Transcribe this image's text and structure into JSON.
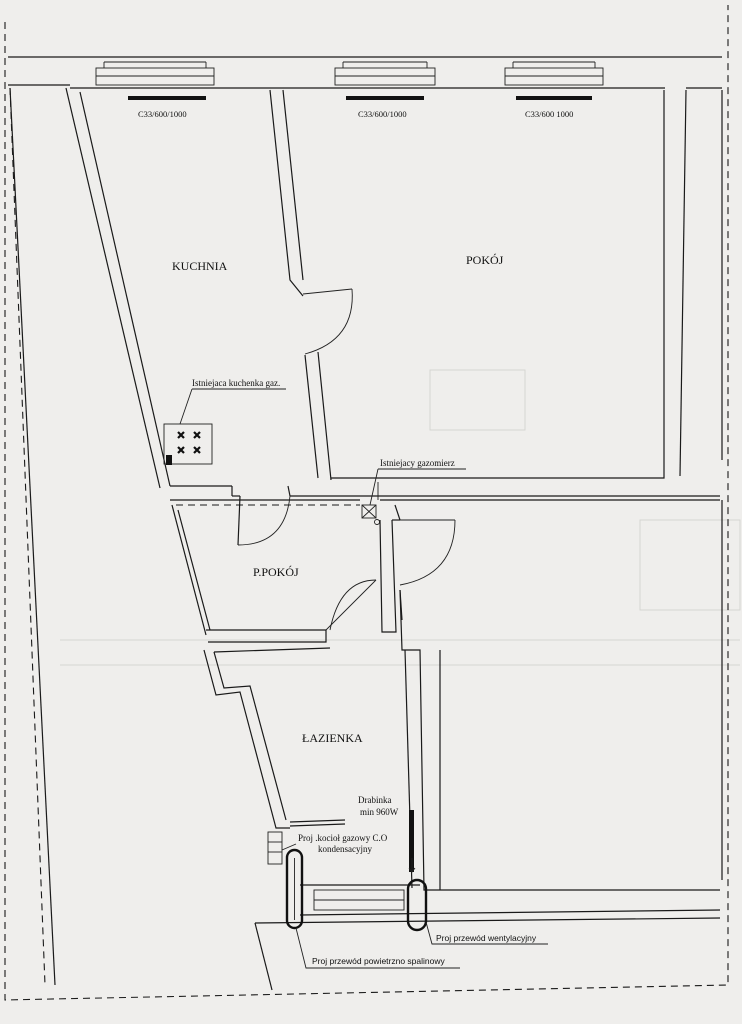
{
  "rooms": {
    "kitchen": "KUCHNIA",
    "room": "POKÓJ",
    "hall": "P.POKÓJ",
    "bathroom": "ŁAZIENKA"
  },
  "windows": {
    "w1": "C33/600/1000",
    "w2": "C33/600/1000",
    "w3": "C33/600 1000"
  },
  "annotations": {
    "stove": "Istniejaca kuchenka gaz.",
    "meter": "Istniejacy gazomierz",
    "ladder_line1": "Drabinka",
    "ladder_line2": "min 960W",
    "boiler_line1": "Proj .kocioł gazowy C.O",
    "boiler_line2": "kondensacyjny",
    "vent": "Proj  przewód  wentylacyjny",
    "flue": "Proj  przewód  powietrzno  spalinowy"
  },
  "colors": {
    "paper": "#efeeec",
    "ink": "#1a1a1a"
  }
}
